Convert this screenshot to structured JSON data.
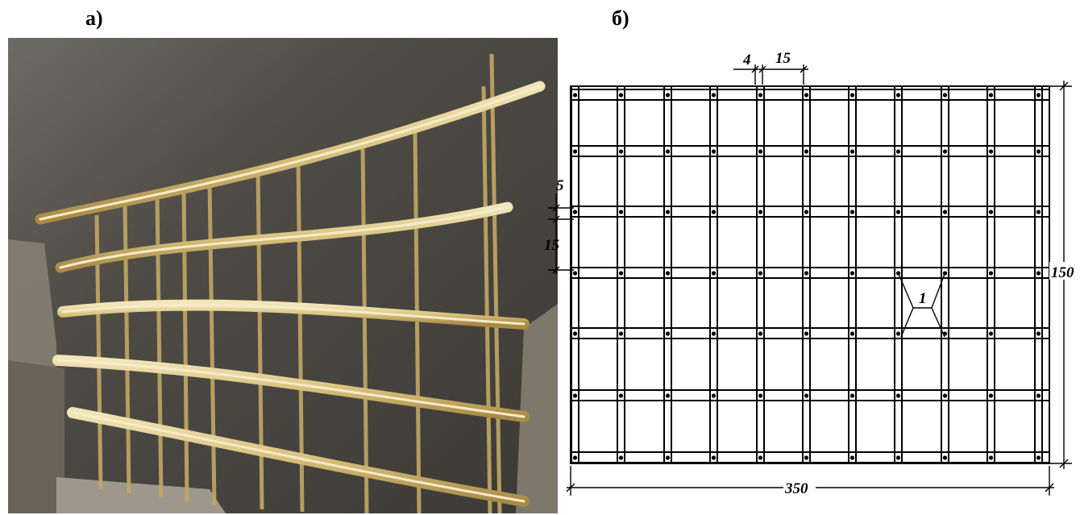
{
  "panels": {
    "photo_label": "а)",
    "drawing_label": "б)"
  },
  "drawing": {
    "dim_rod_width": "4",
    "dim_column_spacing": "15",
    "dim_band_height": "5",
    "dim_row_spacing": "15",
    "dim_height": "150",
    "dim_width": "350",
    "callout_label": "1"
  },
  "colors": {
    "wall": "#4a4843",
    "bamboo": "#d8c48a",
    "line": "#000000"
  }
}
